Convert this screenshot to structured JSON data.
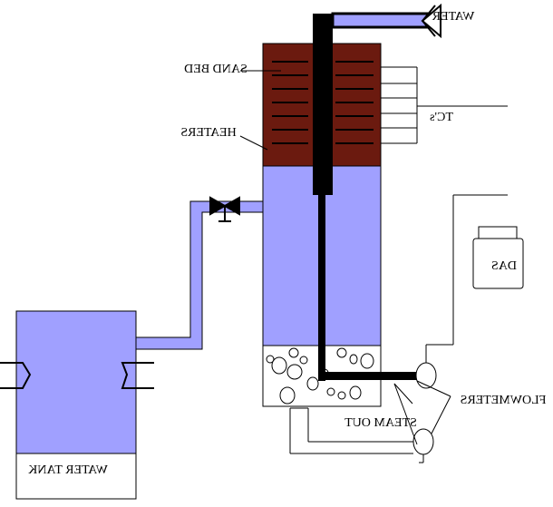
{
  "labels": {
    "water": "WATER",
    "sand_bed": "SAND BED",
    "heaters": "HEATERS",
    "tcs": "TC's",
    "das": "DAS",
    "flowmeters": "FLOWMETERS",
    "steam_out": "STEAM OUT",
    "water_tank": "WATER TANK"
  },
  "colors": {
    "water": "#a0a0ff",
    "sand": "#6b1a0f",
    "pipe": "#000000",
    "line": "#000000"
  },
  "mirrored": true
}
